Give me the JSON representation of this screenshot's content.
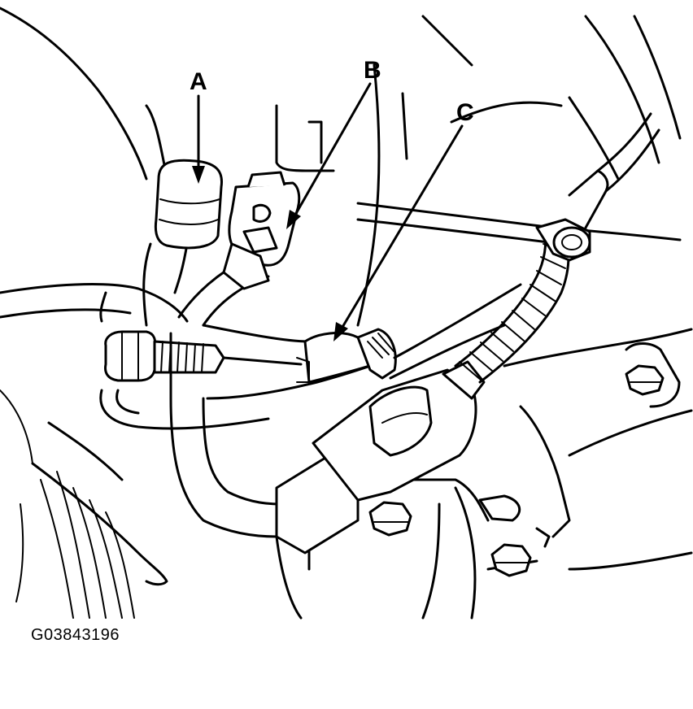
{
  "figure": {
    "id_label": "G03843196"
  },
  "callouts": {
    "a": "A",
    "b": "B",
    "c": "C"
  },
  "colors": {
    "line": "#000000",
    "background": "#ffffff"
  }
}
